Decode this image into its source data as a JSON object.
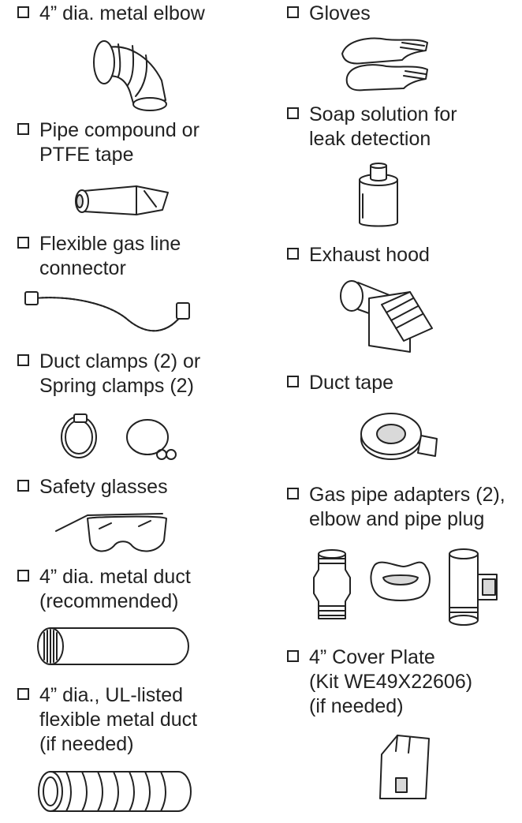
{
  "left": [
    {
      "lines": [
        "4” dia. metal elbow"
      ],
      "icon": "metal-elbow-icon"
    },
    {
      "lines": [
        "Pipe compound or",
        "PTFE tape"
      ],
      "icon": "pipe-compound-tube-icon"
    },
    {
      "lines": [
        "Flexible gas line",
        "connector"
      ],
      "icon": "flexible-gas-connector-icon"
    },
    {
      "lines": [
        "Duct clamps (2) or",
        "Spring clamps (2)"
      ],
      "icon": "duct-clamps-icon"
    },
    {
      "lines": [
        "Safety glasses"
      ],
      "icon": "safety-glasses-icon"
    },
    {
      "lines": [
        "4” dia. metal duct",
        "(recommended)"
      ],
      "icon": "metal-duct-icon"
    },
    {
      "lines": [
        "4” dia., UL-listed",
        "flexible metal duct",
        "(if needed)"
      ],
      "icon": "flexible-metal-duct-icon"
    }
  ],
  "right": [
    {
      "lines": [
        "Gloves"
      ],
      "icon": "gloves-icon"
    },
    {
      "lines": [
        "Soap solution for",
        "leak detection"
      ],
      "icon": "soap-bottle-icon"
    },
    {
      "lines": [
        "Exhaust hood"
      ],
      "icon": "exhaust-hood-icon"
    },
    {
      "lines": [
        "Duct tape"
      ],
      "icon": "duct-tape-icon"
    },
    {
      "lines": [
        "Gas pipe adapters (2),",
        "elbow and pipe plug"
      ],
      "icon": "gas-pipe-adapters-icon"
    },
    {
      "lines": [
        "4” Cover Plate",
        "(Kit WE49X22606)",
        "(if needed)"
      ],
      "icon": "cover-plate-icon"
    }
  ]
}
